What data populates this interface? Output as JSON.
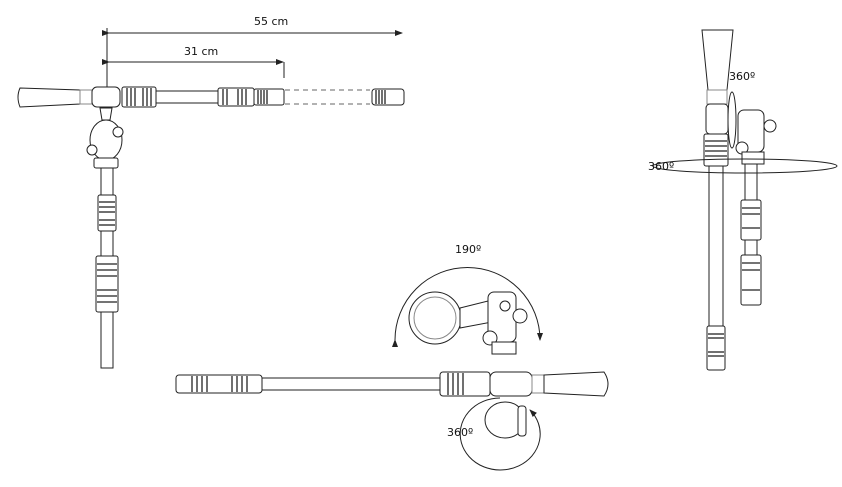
{
  "figure": {
    "dimension_extended": "55 cm",
    "dimension_collapsed": "31 cm",
    "rotation_side_view_vertical": "360º",
    "rotation_side_view_horizontal": "360º",
    "tilt_range": "190º",
    "rotation_bottom_view": "360º"
  }
}
